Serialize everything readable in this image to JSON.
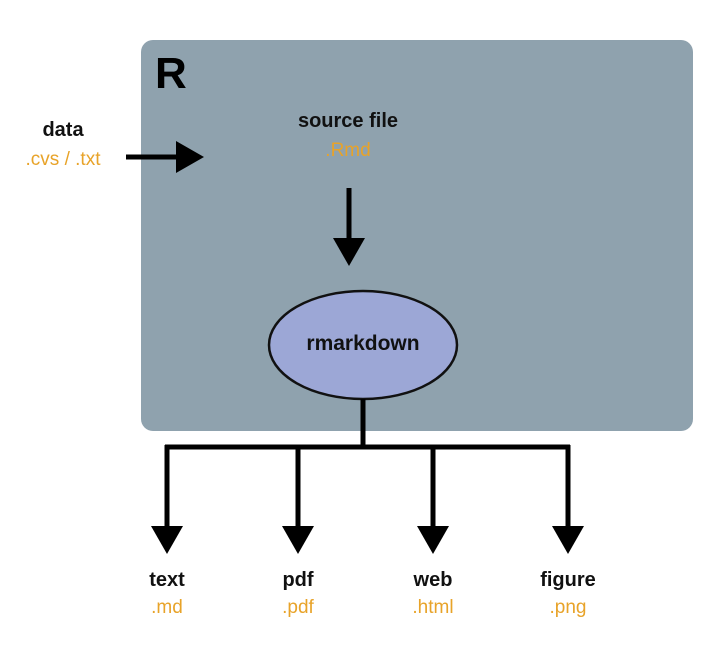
{
  "colors": {
    "r_box": "#8fa2ae",
    "ellipse_fill": "#9ca7d6",
    "ellipse_stroke": "#111111",
    "extension": "#e8a329",
    "arrow": "#000000"
  },
  "environment": {
    "label": "R"
  },
  "input": {
    "name": "data",
    "extension": ".cvs / .txt"
  },
  "source": {
    "name": "source file",
    "extension": ".Rmd"
  },
  "processor": {
    "label": "rmarkdown"
  },
  "outputs": [
    {
      "name": "text",
      "extension": ".md"
    },
    {
      "name": "pdf",
      "extension": ".pdf"
    },
    {
      "name": "web",
      "extension": ".html"
    },
    {
      "name": "figure",
      "extension": ".png"
    }
  ]
}
